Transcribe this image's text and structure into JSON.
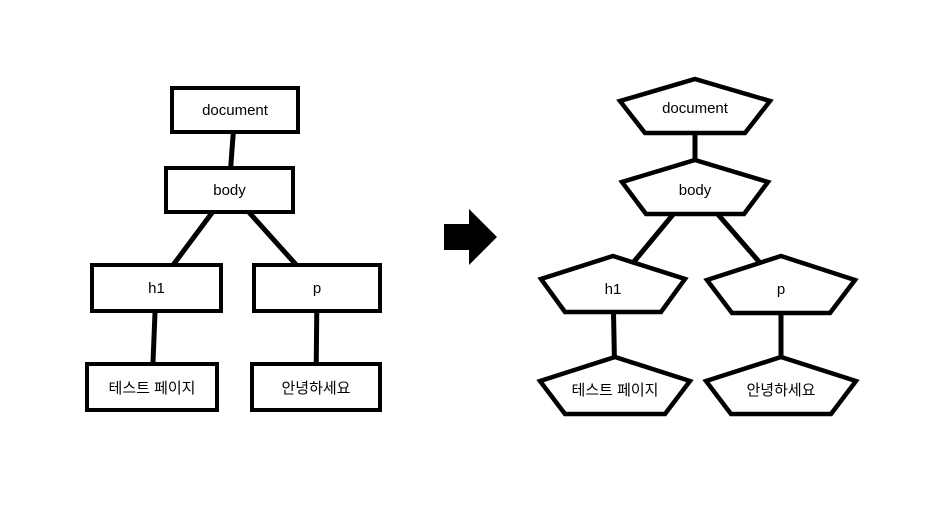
{
  "diagram_title": "dom-tree-rect-to-pentagon-transform",
  "colors": {
    "stroke": "#000000",
    "background": "#ffffff"
  },
  "icons": {
    "arrow": "right-arrow"
  },
  "left_tree": {
    "document": "document",
    "body": "body",
    "h1": "h1",
    "p": "p",
    "h1_text": "테스트 페이지",
    "p_text": "안녕하세요"
  },
  "right_tree": {
    "document": "document",
    "body": "body",
    "h1": "h1",
    "p": "p",
    "h1_text": "테스트 페이지",
    "p_text": "안녕하세요"
  }
}
